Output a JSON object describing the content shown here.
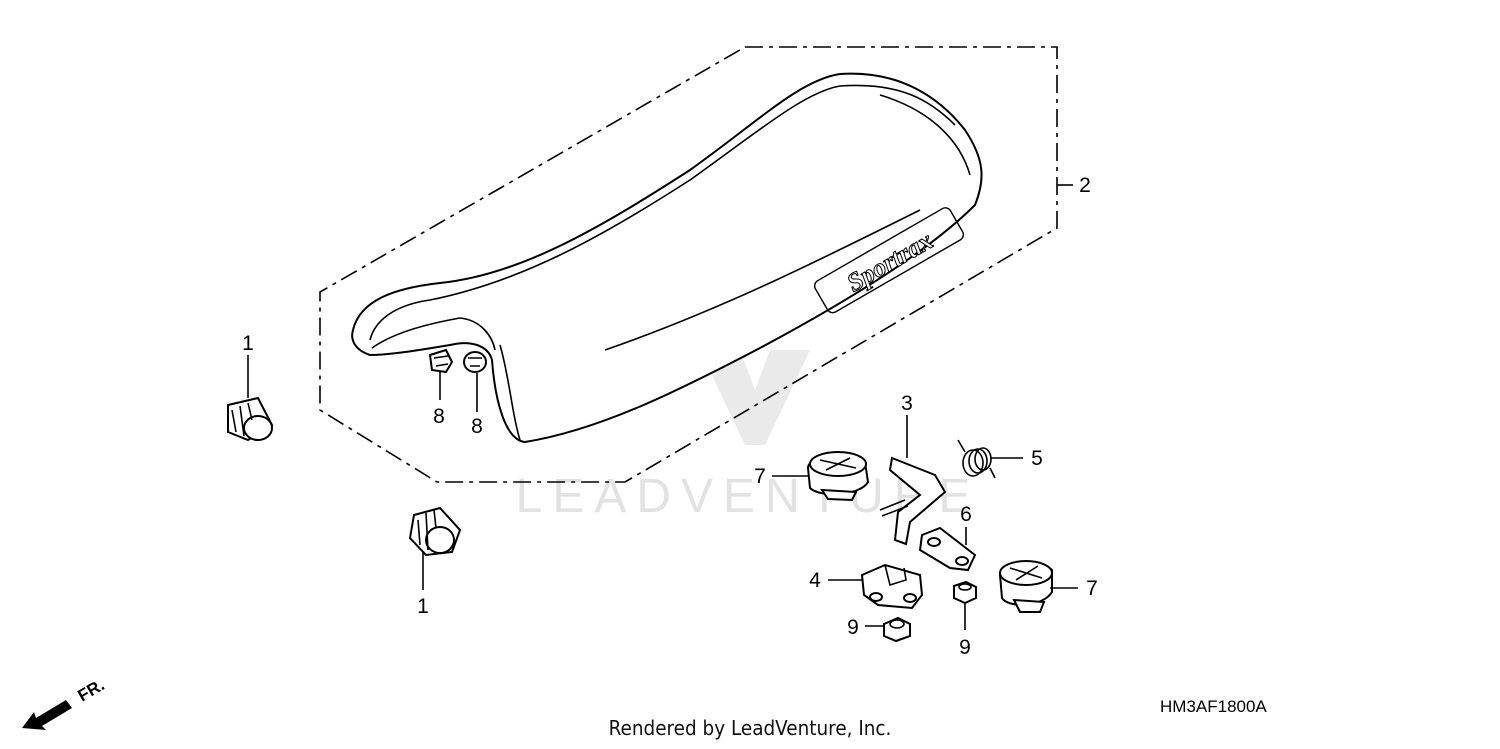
{
  "callouts": {
    "c1a": "1",
    "c1b": "1",
    "c2": "2",
    "c3": "3",
    "c4": "4",
    "c5": "5",
    "c6": "6",
    "c7a": "7",
    "c7b": "7",
    "c8a": "8",
    "c8b": "8",
    "c9a": "9",
    "c9b": "9"
  },
  "seat_logo": "Sportrax",
  "watermark": "LEADVENTURE",
  "front_indicator": "FR.",
  "diagram_code": "HM3AF1800A",
  "footer": "Rendered by LeadVenture, Inc."
}
